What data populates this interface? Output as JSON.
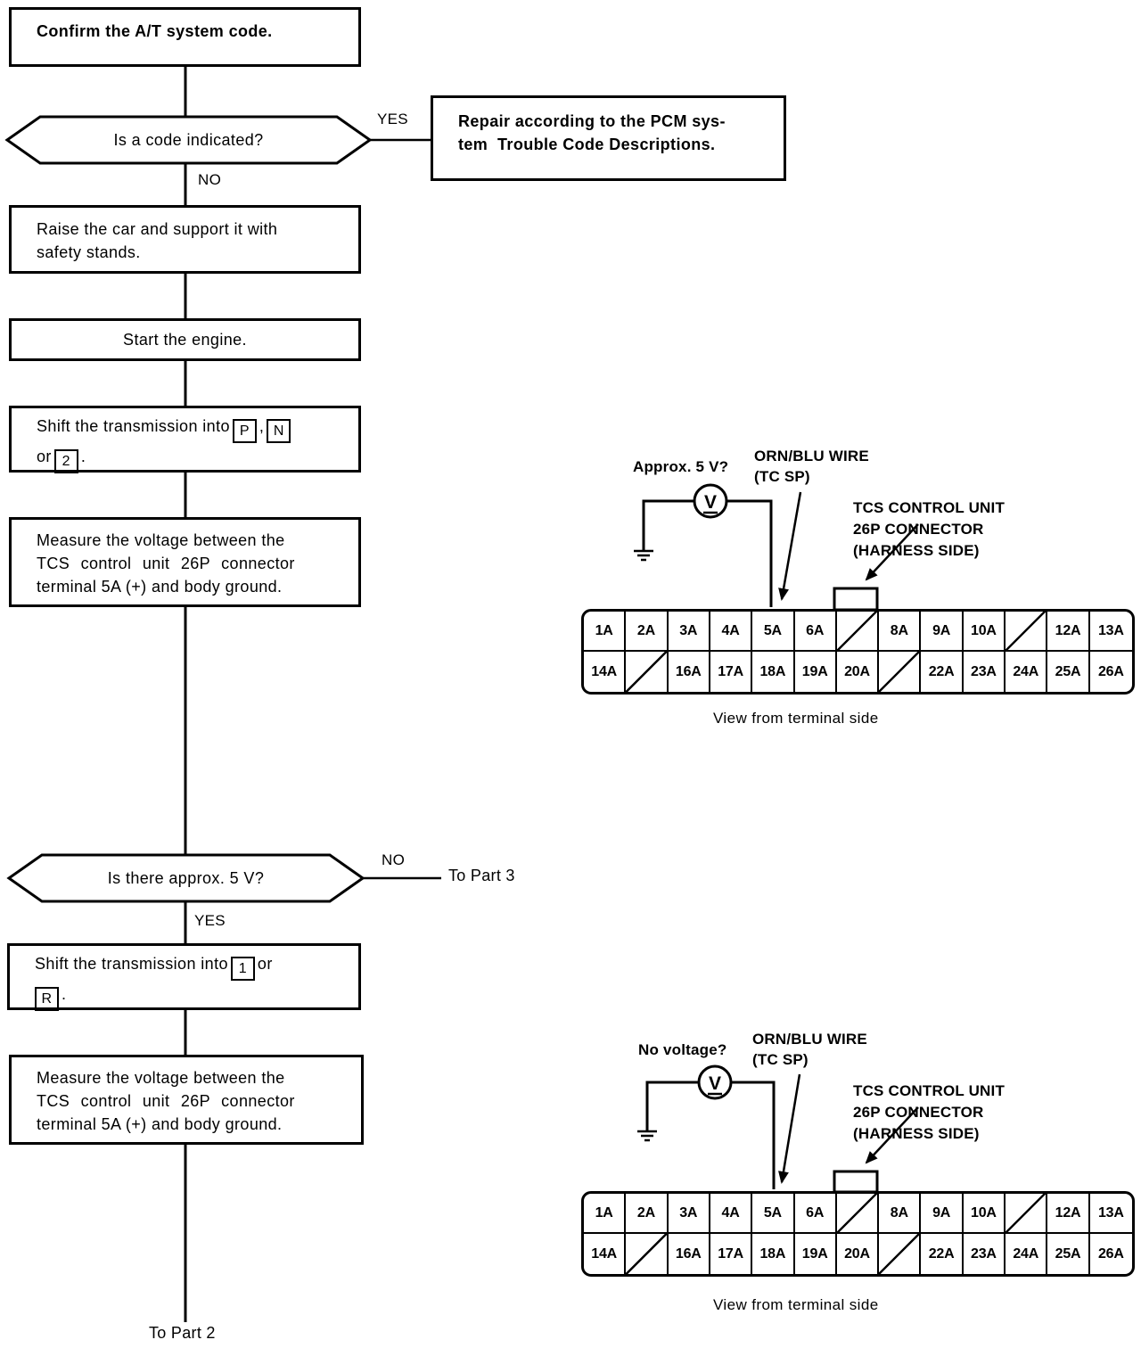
{
  "flowchart": {
    "step1": {
      "text": "Confirm the A/T system code."
    },
    "decision1": {
      "text": "Is a code indicated?",
      "yes": "YES",
      "no": "NO"
    },
    "repair_box": {
      "line1": "Repair according to the PCM sys-",
      "line2": "tem  Trouble Code Descriptions."
    },
    "step2": {
      "line1": "Raise the car and support it with",
      "line2": "safety stands."
    },
    "step3": {
      "text": "Start the engine."
    },
    "step4": {
      "prefix": "Shift the transmission into",
      "key1": "P",
      "sep": ",",
      "key2": "N",
      "or_word": "or",
      "key3": "2",
      "period": "."
    },
    "step5": {
      "line1": "Measure the voltage between the",
      "line2": "TCS control unit 26P connector",
      "line3": "terminal 5A (+) and body ground."
    },
    "decision2": {
      "text": "Is there approx. 5 V?",
      "yes": "YES",
      "no": "NO",
      "no_target": "To Part 3"
    },
    "step6": {
      "prefix": "Shift the transmission into",
      "key1": "1",
      "or_word": "or",
      "key2": "R",
      "period": "."
    },
    "step7": {
      "line1": "Measure the voltage between the",
      "line2": "TCS control unit 26P connector",
      "line3": "terminal 5A (+) and body ground."
    },
    "exit_label": "To Part 2"
  },
  "diagram1": {
    "question": "Approx. 5 V?",
    "voltmeter": "V",
    "wire_label1": "ORN/BLU WIRE",
    "wire_label2": "(TC SP)",
    "unit_label1": "TCS CONTROL UNIT",
    "unit_label2": "26P CONNECTOR",
    "unit_label3": "(HARNESS SIDE)",
    "caption": "View from terminal side"
  },
  "diagram2": {
    "question": "No voltage?",
    "voltmeter": "V",
    "wire_label1": "ORN/BLU WIRE",
    "wire_label2": "(TC SP)",
    "unit_label1": "TCS CONTROL UNIT",
    "unit_label2": "26P CONNECTOR",
    "unit_label3": "(HARNESS SIDE)",
    "caption": "View from terminal side"
  },
  "connector": {
    "rows": [
      [
        "1A",
        "2A",
        "3A",
        "4A",
        "5A",
        "6A",
        "",
        "8A",
        "9A",
        "10A",
        "",
        "12A",
        "13A"
      ],
      [
        "14A",
        "",
        "16A",
        "17A",
        "18A",
        "19A",
        "20A",
        "",
        "22A",
        "23A",
        "24A",
        "25A",
        "26A"
      ]
    ]
  }
}
